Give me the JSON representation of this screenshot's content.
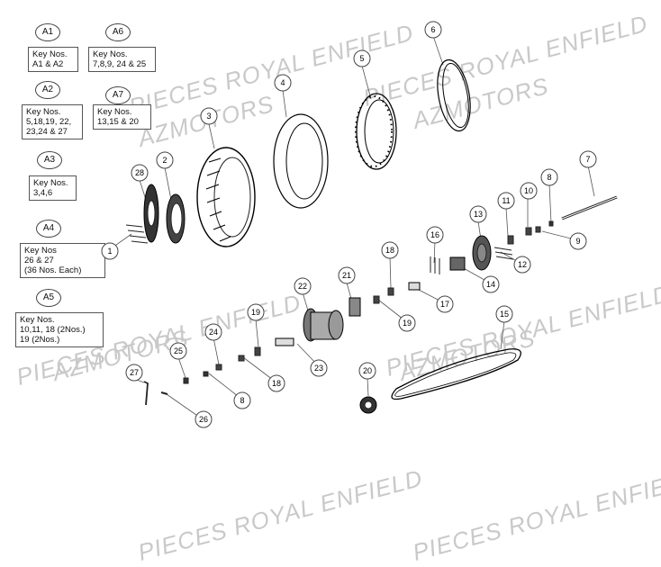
{
  "watermark": {
    "line1": "PIECES ROYAL ENFIELD",
    "line2": "AZMOTORS"
  },
  "kits": [
    {
      "id": "A1",
      "text": "Key Nos.\nA1 & A2"
    },
    {
      "id": "A6",
      "text": "Key Nos.\n7,8,9, 24 & 25"
    },
    {
      "id": "A2",
      "text": "Key Nos.\n5,18,19, 22,\n23,24 & 27"
    },
    {
      "id": "A7",
      "text": "Key Nos.\n13,15 & 20"
    },
    {
      "id": "A3",
      "text": "Key Nos.\n3,4,6"
    },
    {
      "id": "A4",
      "text": "Key Nos\n26 & 27\n(36 Nos. Each)"
    },
    {
      "id": "A5",
      "text": "Key Nos.\n10,11, 18 (2Nos.)\n19 (2Nos.)"
    }
  ],
  "callouts": [
    "1",
    "2",
    "3",
    "4",
    "5",
    "6",
    "7",
    "8",
    "9",
    "10",
    "11",
    "12",
    "13",
    "14",
    "15",
    "16",
    "17",
    "18",
    "19",
    "20",
    "21",
    "22",
    "23",
    "24",
    "25",
    "26",
    "27",
    "28",
    "8",
    "18",
    "19"
  ]
}
